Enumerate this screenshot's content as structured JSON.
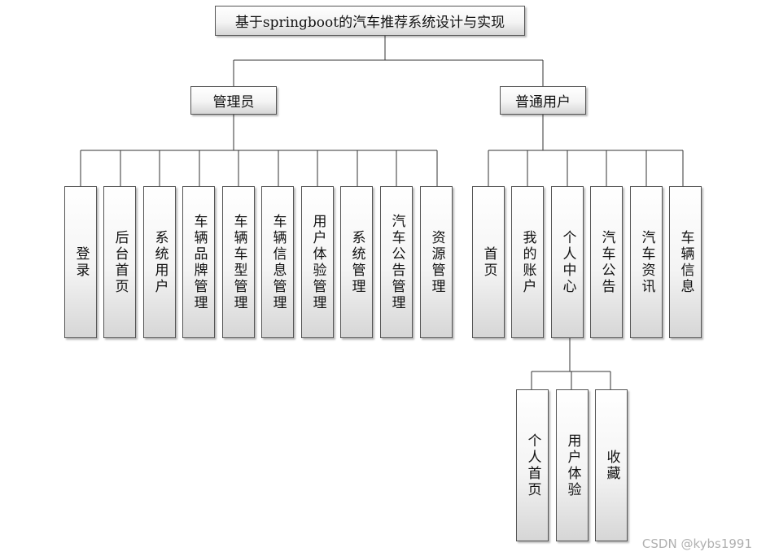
{
  "title": "基于springboot的汽车推荐系统设计与实现",
  "admin": {
    "label": "管理员",
    "children": [
      "登录",
      "后台首页",
      "系统用户",
      "车辆品牌管理",
      "车辆车型管理",
      "车辆信息管理",
      "用户体验管理",
      "系统管理",
      "汽车公告管理",
      "资源管理"
    ]
  },
  "user": {
    "label": "普通用户",
    "children": [
      "首页",
      "我的账户",
      "个人中心",
      "汽车公告",
      "汽车资讯",
      "车辆信息"
    ]
  },
  "personal_center": {
    "children": [
      "个人首页",
      "用户体验",
      "收藏"
    ]
  },
  "watermark": "CSDN @kybs1991"
}
